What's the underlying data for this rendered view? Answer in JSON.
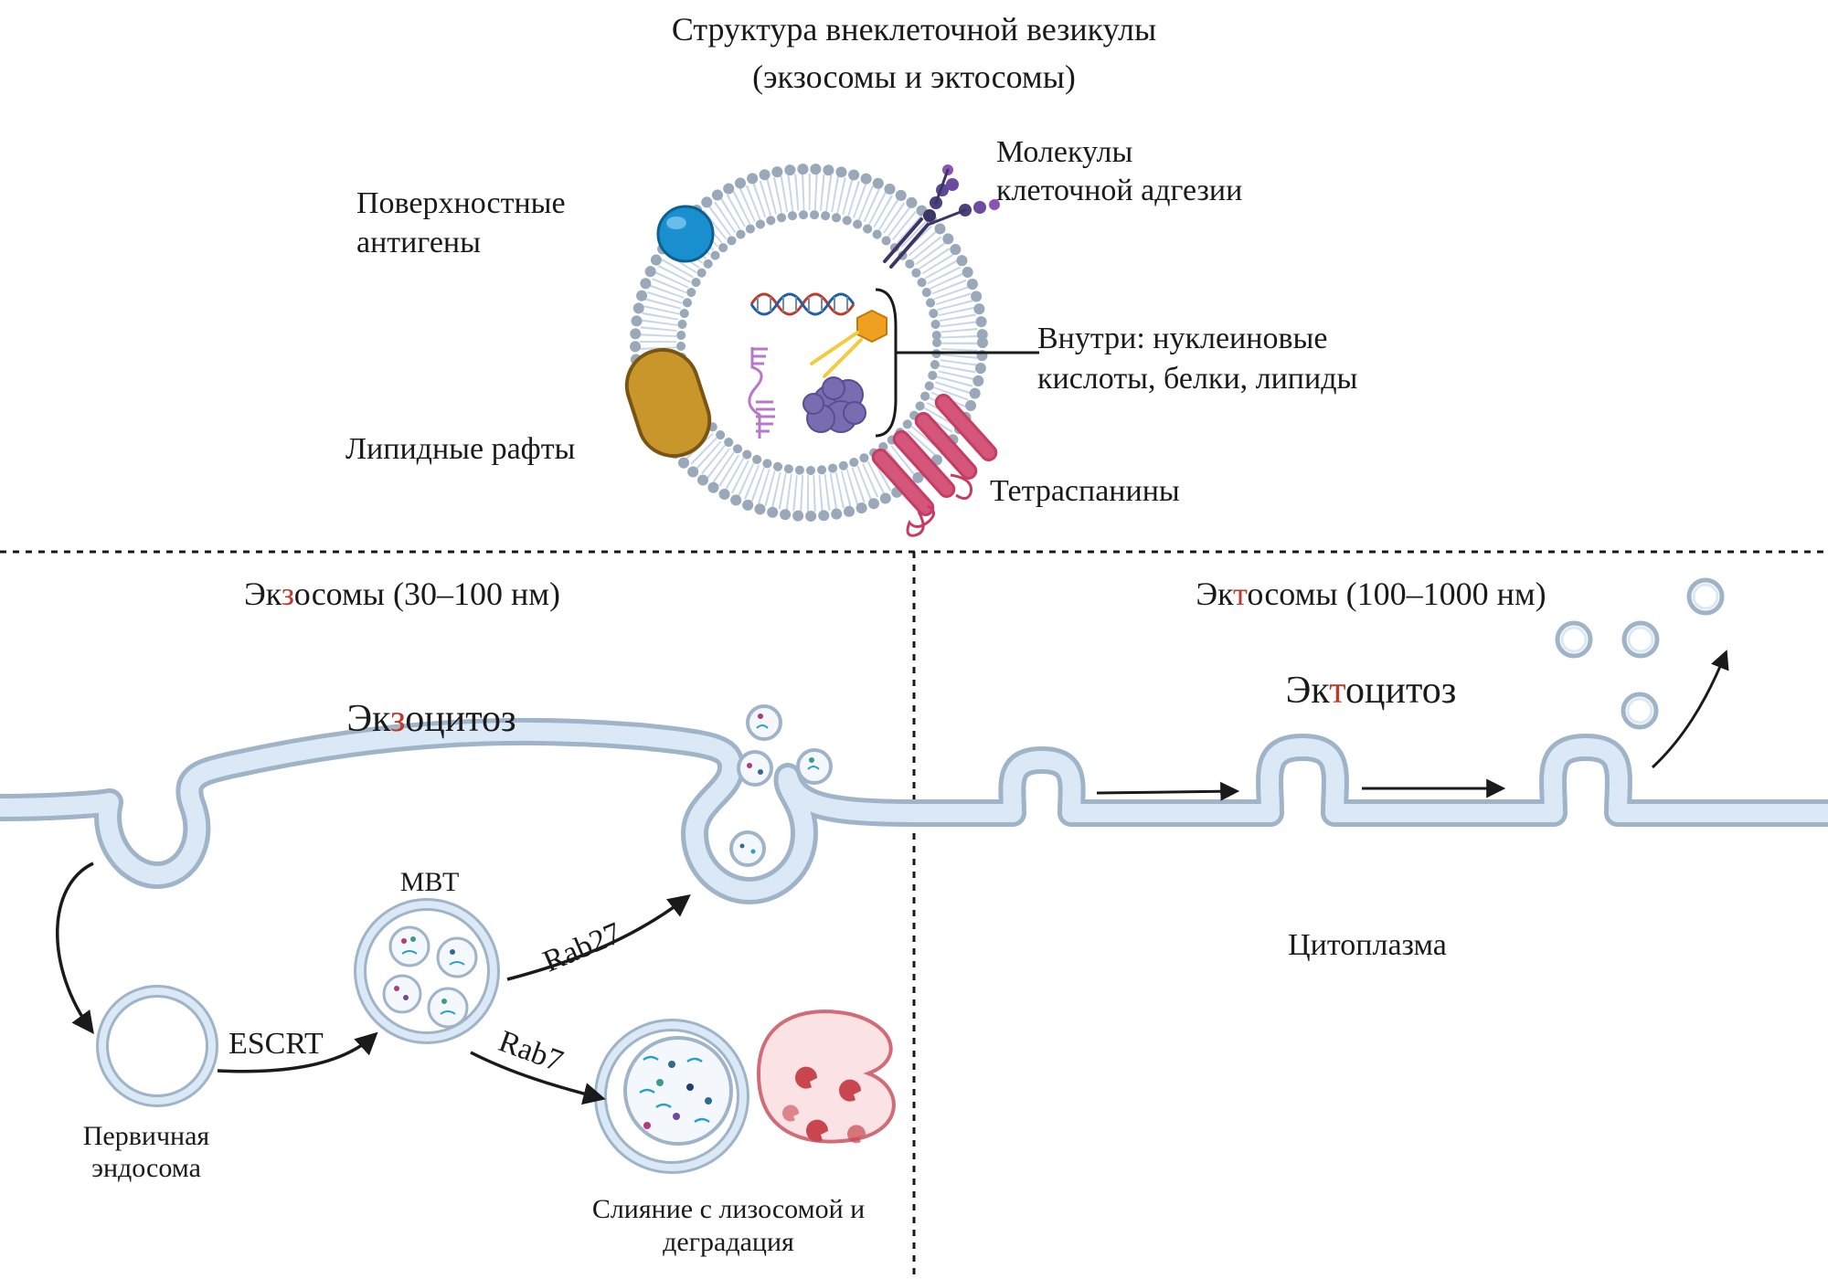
{
  "title": {
    "line1": "Структура внеклеточной везикулы",
    "line2": "(экзосомы и эктосомы)"
  },
  "vesicle_labels": {
    "adhesion_1": "Молекулы",
    "adhesion_2": "клеточной адгезии",
    "antigens_1": "Поверхностные",
    "antigens_2": "антигены",
    "inside_1": "Внутри: нуклеиновые",
    "inside_2": "кислоты, белки, липиды",
    "rafts": "Липидные рафты",
    "tetraspanins": "Тетраспанины"
  },
  "exosome_panel": {
    "heading_a": "Эк",
    "heading_b": "з",
    "heading_c": "осомы (30–100 нм)",
    "process_a": "Эк",
    "process_b": "з",
    "process_c": "оцитоз",
    "mvb": "МВТ",
    "rab27": "Rab27",
    "escrt": "ESCRT",
    "rab7": "Rab7",
    "early_endosome_1": "Первичная",
    "early_endosome_2": "эндосома",
    "lysosome_1": "Слияние с лизосомой и",
    "lysosome_2": "деградация"
  },
  "ectosome_panel": {
    "heading_a": "Эк",
    "heading_b": "т",
    "heading_c": "осомы (100–1000 нм)",
    "process_a": "Эк",
    "process_b": "т",
    "process_c": "оцитоз",
    "cytoplasm": "Цитоплазма"
  },
  "colors": {
    "membrane_fill": "#dbe8f5",
    "membrane_stroke": "#9fb4c8",
    "lipid_head": "#9aa9ba",
    "accent_red": "#c0392b",
    "antigen": "#1a8fd0",
    "raft": "#c8962a",
    "tetraspanin": "#d4567a",
    "lysosome": "#e88b93",
    "arrow": "#1a1a1a"
  }
}
